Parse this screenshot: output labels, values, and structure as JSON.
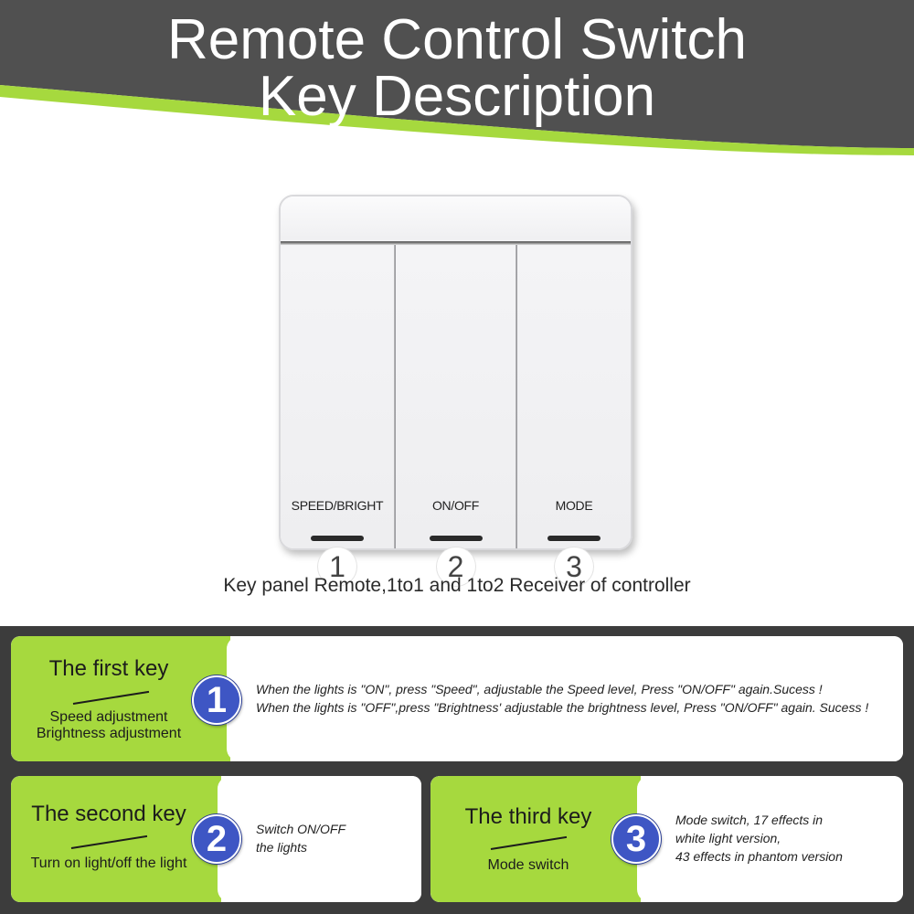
{
  "header": {
    "title_line1": "Remote Control Switch",
    "title_line2": "Key Description"
  },
  "colors": {
    "header_bg": "#505050",
    "accent_green": "#a6d93e",
    "bottom_bg": "#3c3c3c",
    "badge_blue": "#3e56c4"
  },
  "device": {
    "keys": [
      {
        "label": "SPEED/BRIGHT",
        "number": "1"
      },
      {
        "label": "ON/OFF",
        "number": "2"
      },
      {
        "label": "MODE",
        "number": "3"
      }
    ]
  },
  "caption": "Key panel Remote,1to1 and 1to2 Receiver of controller",
  "cards": {
    "first": {
      "title": "The first key",
      "subtitle_line1": "Speed adjustment",
      "subtitle_line2": "Brightness adjustment",
      "number": "1",
      "desc_line1": "When the lights is \"ON\", press \"Speed\", adjustable the Speed level, Press \"ON/OFF\" again.Sucess !",
      "desc_line2": "When the lights is \"OFF\",press \"Brightness' adjustable the brightness level, Press \"ON/OFF\" again. Sucess !"
    },
    "second": {
      "title": "The second key",
      "subtitle": "Turn on light/off the light",
      "number": "2",
      "desc_line1": "Switch ON/OFF",
      "desc_line2": "the lights"
    },
    "third": {
      "title": "The third key",
      "subtitle": "Mode switch",
      "number": "3",
      "desc_line1": "Mode switch, 17 effects in",
      "desc_line2": "white light version,",
      "desc_line3": "43 effects in phantom version"
    }
  }
}
